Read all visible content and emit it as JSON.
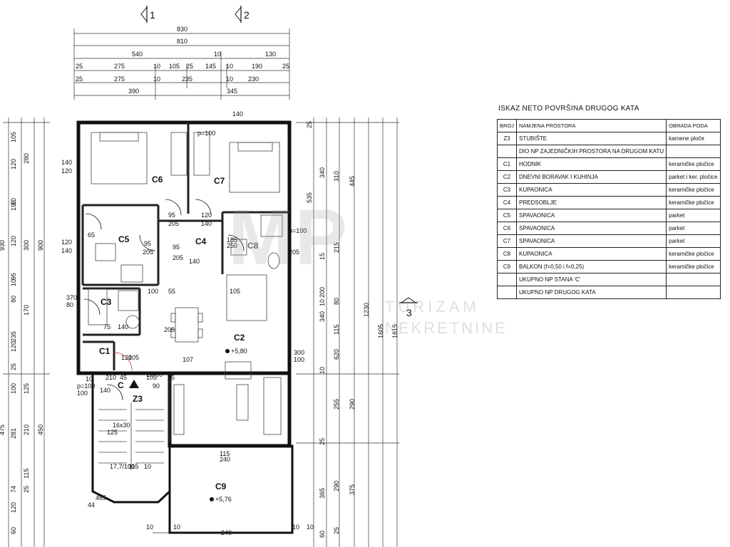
{
  "sections": {
    "s1": "1",
    "s2": "2",
    "s3": "3"
  },
  "dimensions": {
    "top": [
      "830",
      "810",
      "540",
      "10",
      "130",
      "25",
      "275",
      "10",
      "105",
      "25",
      "145",
      "10",
      "190",
      "25",
      "275",
      "10",
      "235",
      "10",
      "230",
      "25",
      "390",
      "345"
    ],
    "left": [
      "105",
      "120",
      "280",
      "195",
      "10",
      "120",
      "300",
      "900",
      "930",
      "95",
      "10",
      "80",
      "170",
      "235",
      "120",
      "25",
      "100",
      "125",
      "281",
      "210",
      "450",
      "475",
      "115",
      "74",
      "25",
      "60",
      "120"
    ],
    "right": [
      "25",
      "340",
      "310",
      "445",
      "535",
      "15",
      "215",
      "200",
      "10",
      "1230",
      "80",
      "340",
      "1605",
      "1615",
      "115",
      "620",
      "10",
      "290",
      "25",
      "255",
      "365",
      "290",
      "375",
      "60",
      "25"
    ],
    "interior": [
      "140",
      "120",
      "140",
      "p=100",
      "120",
      "140",
      "95",
      "205",
      "95",
      "205",
      "120",
      "140",
      "95",
      "205",
      "185",
      "250",
      "65",
      "205",
      "p=100",
      "140",
      "100",
      "55",
      "105",
      "370",
      "80",
      "140",
      "75",
      "205",
      "300",
      "100",
      "140",
      "p=100",
      "100",
      "120",
      "105",
      "210",
      "45",
      "105",
      "90",
      "25",
      "90",
      "125",
      "16x30",
      "17,7/100",
      "115",
      "10",
      "115",
      "240",
      "240",
      "465",
      "44",
      "107",
      "10",
      "10",
      "10",
      "10",
      "10",
      "10"
    ]
  },
  "rooms": {
    "C1": "C1",
    "C2": "C2",
    "C3": "C3",
    "C4": "C4",
    "C5": "C5",
    "C6": "C6",
    "C7": "C7",
    "C8": "C8",
    "C9": "C9",
    "Z3": "Z3",
    "C": "C"
  },
  "levels": {
    "c2": "+5,80",
    "c9": "+5,76"
  },
  "schedule": {
    "title": "ISKAZ NETO POVRŠINA DRUGOG KATA",
    "header": [
      "BROJ",
      "NAMJENA PROSTORA",
      "OBRADA PODA"
    ],
    "rows": [
      [
        "Z3",
        "STUBIŠTE",
        "kamene ploče"
      ],
      [
        "",
        "DIO NP ZAJEDNIČKIH PROSTORA NA DRUGOM KATU",
        ""
      ],
      [
        "C1",
        "HODNIK",
        "keramičke pločice"
      ],
      [
        "C2",
        "DNEVNI BORAVAK I KUHINJA",
        "parket i ker. pločice"
      ],
      [
        "C3",
        "KUPAONICA",
        "keramičke pločice"
      ],
      [
        "C4",
        "PREDSOBLJE",
        "keramičke pločice"
      ],
      [
        "C5",
        "SPAVAONICA",
        "parket"
      ],
      [
        "C6",
        "SPAVAONICA",
        "parket"
      ],
      [
        "C7",
        "SPAVAONICA",
        "parket"
      ],
      [
        "C8",
        "KUPAONICA",
        "keramičke pločice"
      ],
      [
        "C9",
        "BALKON (f=0,50 i f=0,25)",
        "keramičke pločice"
      ],
      [
        "",
        "UKUPNO NP STANA 'C'",
        ""
      ],
      [
        "",
        "UKUPNO NP DRUGOG KATA",
        ""
      ]
    ]
  },
  "watermark": {
    "logo": "MP",
    "line1": "TURIZAM",
    "line2": "NEKRETNINE"
  },
  "colors": {
    "line": "#111111",
    "watermark": "#969696",
    "arc": "#cc3333"
  }
}
